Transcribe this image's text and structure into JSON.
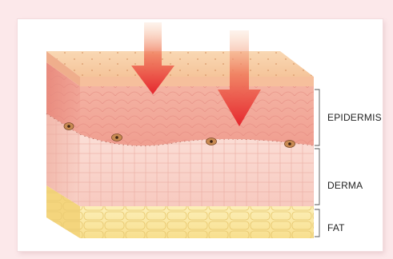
{
  "layers": [
    {
      "label": "EPIDERMIS"
    },
    {
      "label": "DERMA"
    },
    {
      "label": "FAT"
    }
  ],
  "colors": {
    "background": "#fce8ea",
    "surface": "#f7cfa6",
    "epidermis": "#f2a79a",
    "derma": "#f9d5cc",
    "fat": "#fbe8a6",
    "arrow": "#e8373a"
  }
}
